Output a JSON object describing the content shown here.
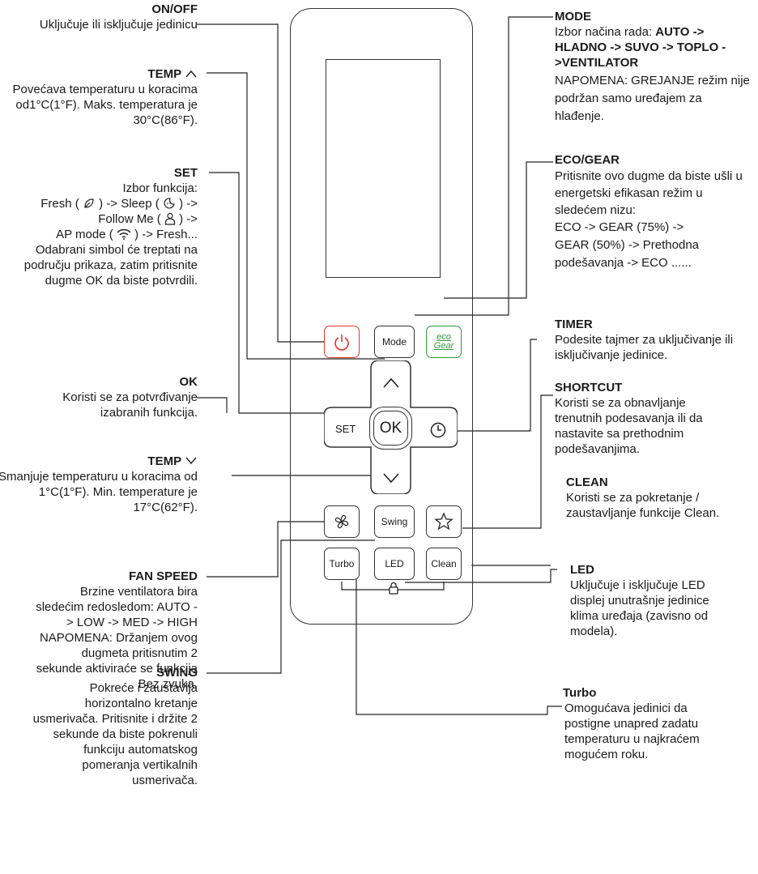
{
  "remote": {
    "mode_label": "Mode",
    "eco_top": "eco",
    "eco_bottom": "Gear",
    "set_label": "SET",
    "ok_label": "OK",
    "swing_label": "Swing",
    "turbo_label": "Turbo",
    "led_label": "LED",
    "clean_label": "Clean"
  },
  "left": {
    "onoff": {
      "title": "ON/OFF",
      "text": "Uključuje ili isključuje jedinicu"
    },
    "temp_up": {
      "title": "TEMP",
      "text": "Povećava temperaturu u koracima od1°C(1°F). Maks. temperatura je 30°C(86°F)."
    },
    "set": {
      "title": "SET",
      "l1": "Izbor funkcija:",
      "l2a": "Fresh (",
      "l2b": ") -> Sleep (",
      "l2c": ") ->",
      "l3a": "Follow Me (",
      "l3b": ") ->",
      "l4a": "AP mode (",
      "l4b": ") -> Fresh...",
      "l5": "Odabrani simbol će treptati na području prikaza, zatim pritisnite dugme OK da biste potvrdili."
    },
    "ok": {
      "title": "OK",
      "text": "Koristi se za potvrđivanje izabranih funkcija."
    },
    "temp_down": {
      "title": "TEMP",
      "text": "Smanjuje temperaturu u koracima od 1°C(1°F). Min. temperature je 17°C(62°F)."
    },
    "fan_speed": {
      "title": "FAN SPEED",
      "text": "Brzine ventilatora bira sledećim redosledom: AUTO  -> LOW -> MED -> HIGH",
      "note": "NAPOMENA: Držanjem ovog dugmeta pritisnutim 2 sekunde aktiviraće se funkcija Bez zvuka."
    },
    "swing": {
      "title": "SWING",
      "text": "Pokreće i zaustavlja horizontalno kretanje usmerivača. Pritisnite i držite 2 sekunde da biste pokrenuli funkciju automatskog pomeranja vertikalnih usmerivača."
    }
  },
  "right": {
    "mode": {
      "title": "MODE",
      "text_a": "Izbor načina rada: ",
      "text_b": "AUTO -> HLADNO -> SUVO -> TOPLO ->VENTILATOR",
      "note": "NAPOMENA: GREJANJE režim nije podržan samo uređajem za hlađenje."
    },
    "eco_gear": {
      "title": "ECO/GEAR",
      "text": "Pritisnite ovo dugme da biste ušli u energetski efikasan režim u sledećem nizu:",
      "seq": "ECO -> GEAR (75%) -> GEAR (50%) -> Prethodna podešavanja -> ECO ......"
    },
    "timer": {
      "title": "TIMER",
      "text": "Podesite tajmer za uključivanje ili isključivanje jedinice."
    },
    "shortcut": {
      "title": "SHORTCUT",
      "text": "Koristi se za obnavljanje trenutnih podesavanja ili da nastavite sa prethodnim podešavanjima."
    },
    "clean": {
      "title": "CLEAN",
      "text": "Koristi se za pokretanje / zaustavljanje funkcije Clean."
    },
    "led": {
      "title": "LED",
      "text": "Uključuje i isključuje LED displej unutrašnje jedinice klima uređaja (zavisno od modela)."
    },
    "turbo": {
      "title": "Turbo",
      "text": "Omogućava jedinici da postigne unapred zadatu temperaturu u najkraćem mogućem roku."
    }
  }
}
